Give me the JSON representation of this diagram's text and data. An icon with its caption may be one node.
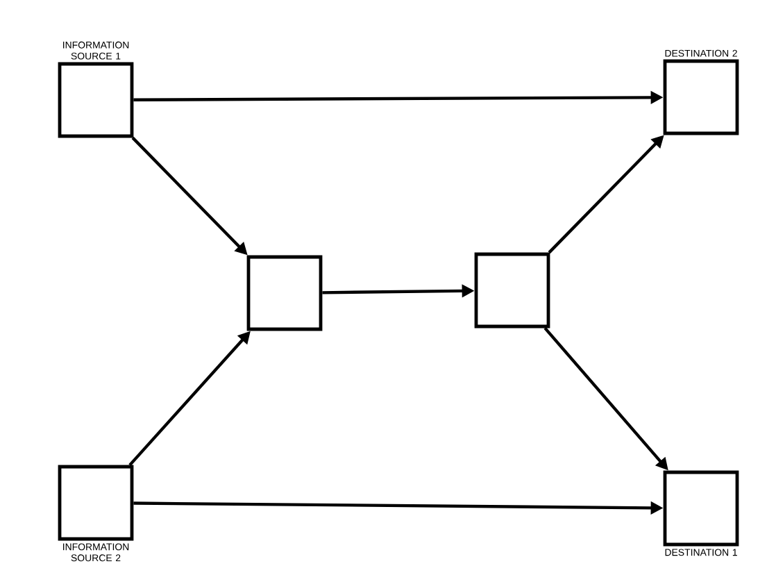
{
  "diagram": {
    "nodes": [
      {
        "text": [
          "INFORMATION SOURCE 1"
        ]
      },
      {
        "text": [
          "INFORMATION SOURCE 2"
        ]
      },
      {
        "text": [],
        "shape": "box"
      },
      {
        "text": [],
        "shape": "box"
      },
      {
        "text": [
          "DESTINATION 2"
        ]
      },
      {
        "text": [
          "DESTINATION 1"
        ]
      }
    ],
    "edges": [
      {
        "from": 0,
        "to": 4,
        "arrow": "to"
      },
      {
        "from": 0,
        "to": 2,
        "arrow": "to"
      },
      {
        "from": 1,
        "to": 2,
        "arrow": "to"
      },
      {
        "from": 1,
        "to": 5,
        "arrow": "to"
      },
      {
        "from": 2,
        "to": 3,
        "arrow": "to"
      },
      {
        "from": 3,
        "to": 4,
        "arrow": "to"
      },
      {
        "from": 3,
        "to": 5,
        "arrow": "to"
      }
    ]
  }
}
